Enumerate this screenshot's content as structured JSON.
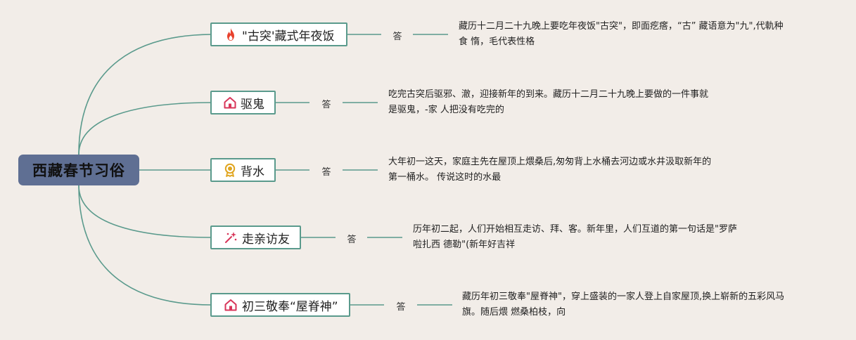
{
  "root": {
    "title": "西藏春节习俗"
  },
  "answer_label": "答",
  "topics": [
    {
      "label": "\"古突'藏式年夜饭",
      "icon": "fire-icon",
      "detail": [
        "藏历十二月二十九晚上要吃年夜饭\"古突\"，即面疙瘩，“古” 藏语意为\"九\",代軌种",
        "食 惰，毛代表性格"
      ]
    },
    {
      "label": "驱鬼",
      "icon": "house-icon",
      "detail": [
        "吃完古突后驱邪、澈，迎接新年的到来。藏历十二月二十九晚上要做的一件事就",
        "是驱鬼，-家 人把没有吃完的"
      ]
    },
    {
      "label": "背水",
      "icon": "award-icon",
      "detail": [
        "大年初一这天，家庭主先在屋顶上煨桑后,匆匆背上水桶去河边或水井汲取新年的",
        "第一桶水。 传说这时的水最"
      ]
    },
    {
      "label": "走亲访友",
      "icon": "sparkle-wand-icon",
      "detail": [
        "历年初二起，人们开始相互走访、拜、客。新年里，人们互道的第一句话是\"罗萨",
        "啦扎西 德勒\"(新年好吉祥"
      ]
    },
    {
      "label": "初三敬奉“屋脊神”",
      "icon": "house-icon",
      "detail": [
        "藏历年初三敬奉\"屋脊神\"，穿上盛装的一家人登上自家屋顶,换上崭新的五彩风马",
        "旗。随后煨 燃桑柏枝，向"
      ]
    }
  ]
}
